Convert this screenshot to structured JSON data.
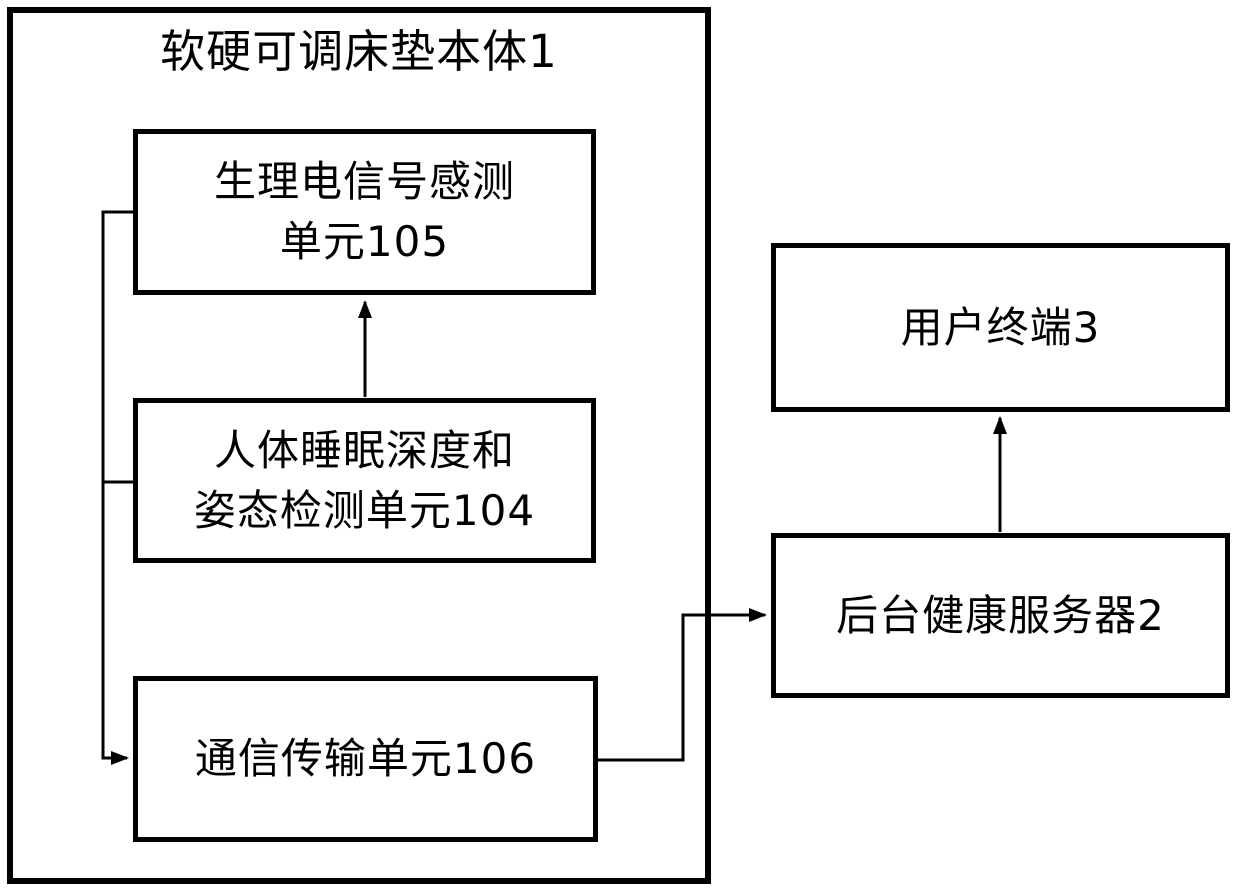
{
  "diagram": {
    "title": "软硬可调床垫本体1",
    "boxes": {
      "unit105": {
        "line1": "生理电信号感测",
        "line2": "单元105"
      },
      "unit104": {
        "line1": "人体睡眠深度和",
        "line2": "姿态检测单元104"
      },
      "unit106": {
        "label": "通信传输单元106"
      },
      "terminal": {
        "label": "用户终端3"
      },
      "server": {
        "label": "后台健康服务器2"
      }
    },
    "connections": {
      "c1": "姿态检测单元104 → 生理电信号感测单元105",
      "c2": "生理电信号感测单元105 / 姿态检测单元104 → 通信传输单元106",
      "c3": "通信传输单元106 → 后台健康服务器2",
      "c4": "后台健康服务器2 → 用户终端3"
    },
    "colors": {
      "line": "#000000",
      "background": "#ffffff"
    }
  }
}
